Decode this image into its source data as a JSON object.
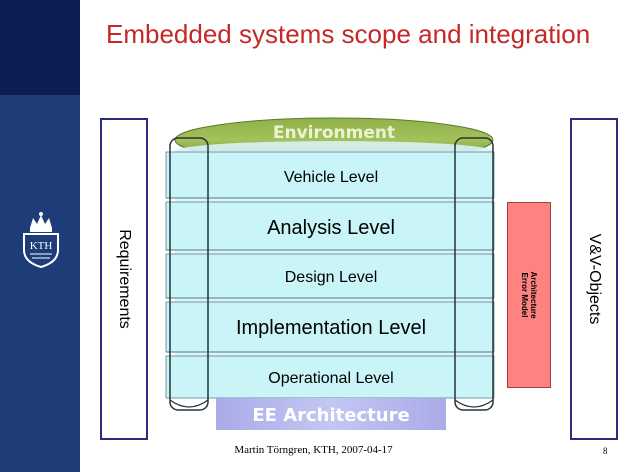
{
  "title": "Embedded systems scope and integration",
  "requirements_label": "Requirements",
  "vv_label": "V&V-Objects",
  "environment_label": "Environment",
  "ee_architecture_label": "EE Architecture",
  "levels": [
    "Vehicle Level",
    "Analysis Level",
    "Design Level",
    "Implementation Level",
    "Operational Level"
  ],
  "error_model": {
    "line1": "Architecture",
    "line2": "Error Model"
  },
  "footer": "Martin Törngren, KTH, 2007-04-17",
  "page_number": "8",
  "logo_text": "KTH"
}
